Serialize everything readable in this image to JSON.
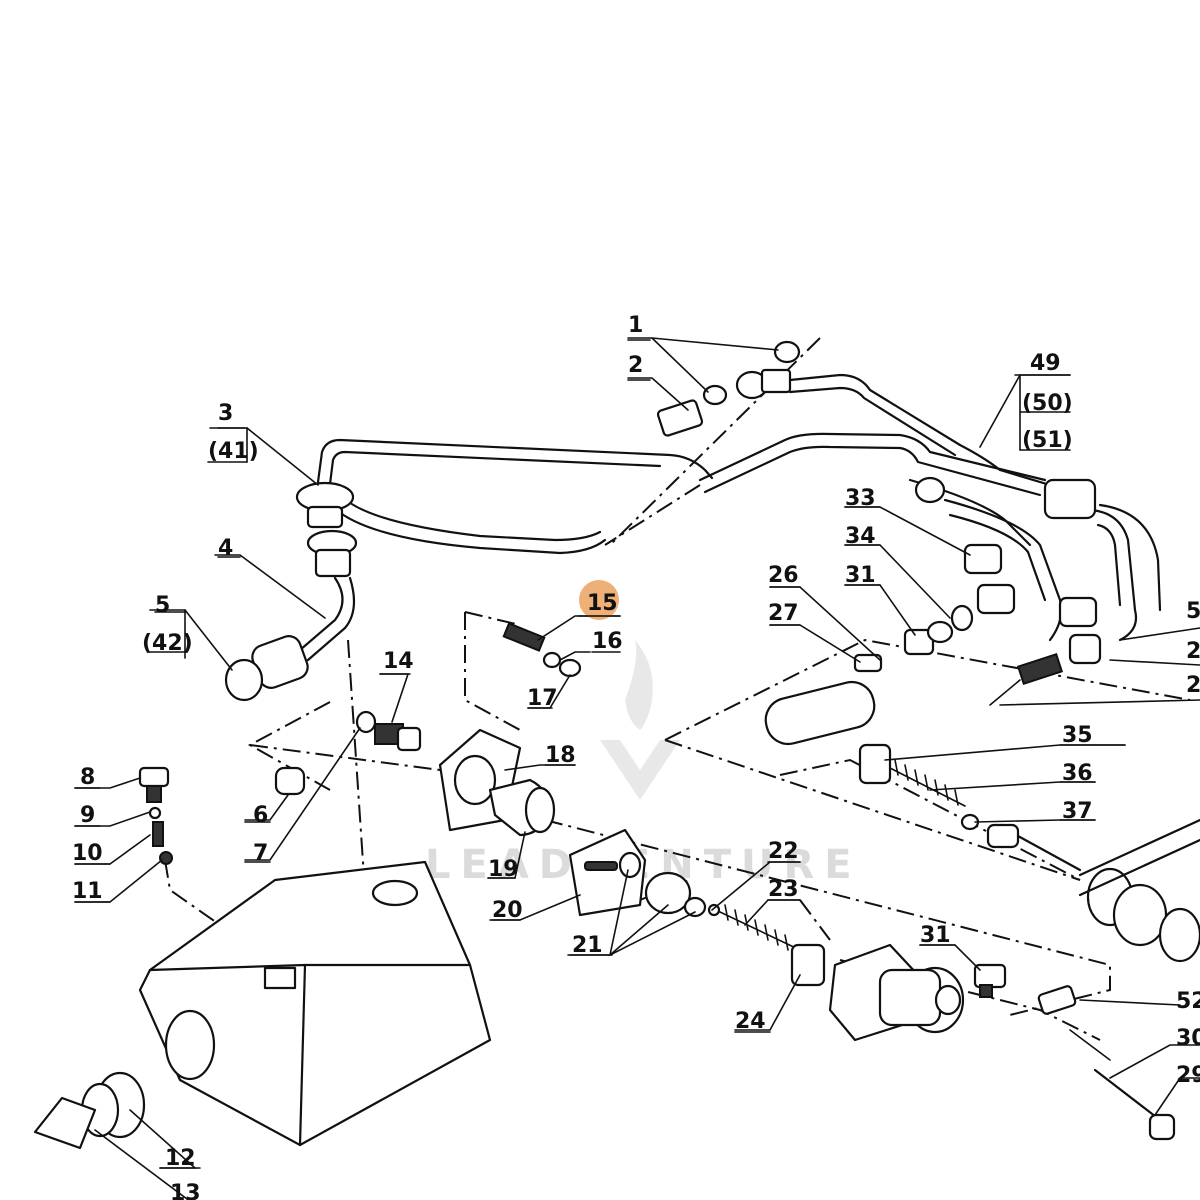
{
  "watermark": {
    "text": "LEADVENTURE"
  },
  "highlight": {
    "label": "15",
    "color": "#e8964a"
  },
  "callouts": [
    {
      "id": "c1",
      "label": "1"
    },
    {
      "id": "c2",
      "label": "2"
    },
    {
      "id": "c3",
      "label": "3"
    },
    {
      "id": "c41",
      "label": "(41)"
    },
    {
      "id": "c4",
      "label": "4"
    },
    {
      "id": "c5",
      "label": "5"
    },
    {
      "id": "c42",
      "label": "(42)"
    },
    {
      "id": "c6",
      "label": "6"
    },
    {
      "id": "c7",
      "label": "7"
    },
    {
      "id": "c8",
      "label": "8"
    },
    {
      "id": "c9",
      "label": "9"
    },
    {
      "id": "c10",
      "label": "10"
    },
    {
      "id": "c11",
      "label": "11"
    },
    {
      "id": "c12",
      "label": "12"
    },
    {
      "id": "c13",
      "label": "13"
    },
    {
      "id": "c14",
      "label": "14"
    },
    {
      "id": "c15",
      "label": "15"
    },
    {
      "id": "c16",
      "label": "16"
    },
    {
      "id": "c17",
      "label": "17"
    },
    {
      "id": "c18",
      "label": "18"
    },
    {
      "id": "c19",
      "label": "19"
    },
    {
      "id": "c20",
      "label": "20"
    },
    {
      "id": "c21",
      "label": "21"
    },
    {
      "id": "c22",
      "label": "22"
    },
    {
      "id": "c23",
      "label": "23"
    },
    {
      "id": "c24",
      "label": "24"
    },
    {
      "id": "c26",
      "label": "26"
    },
    {
      "id": "c27",
      "label": "27"
    },
    {
      "id": "c29",
      "label": "29"
    },
    {
      "id": "c30",
      "label": "30"
    },
    {
      "id": "c31a",
      "label": "31"
    },
    {
      "id": "c31b",
      "label": "31"
    },
    {
      "id": "c33",
      "label": "33"
    },
    {
      "id": "c34",
      "label": "34"
    },
    {
      "id": "c35",
      "label": "35"
    },
    {
      "id": "c36",
      "label": "36"
    },
    {
      "id": "c37",
      "label": "37"
    },
    {
      "id": "c49",
      "label": "49"
    },
    {
      "id": "c50",
      "label": "(50)"
    },
    {
      "id": "c51",
      "label": "(51)"
    },
    {
      "id": "c52",
      "label": "52"
    },
    {
      "id": "cedge1",
      "label": "5"
    },
    {
      "id": "cedge2",
      "label": "2"
    },
    {
      "id": "cedge3",
      "label": "2"
    }
  ]
}
